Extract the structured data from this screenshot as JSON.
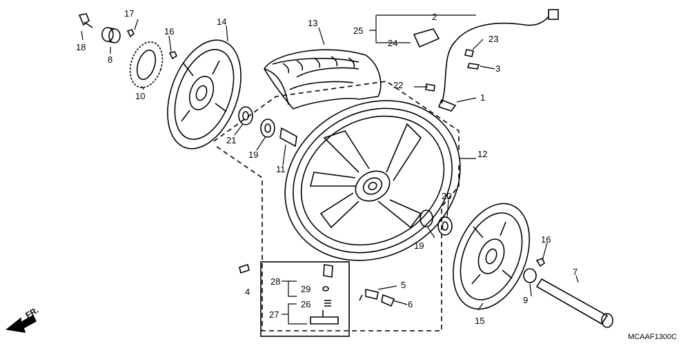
{
  "diagram": {
    "code": "MCAAF1300C",
    "direction_label": "FR.",
    "callouts": {
      "c1": "1",
      "c2": "2",
      "c3": "3",
      "c4": "4",
      "c5": "5",
      "c6": "6",
      "c7": "7",
      "c8": "8",
      "c9": "9",
      "c10": "10",
      "c11": "11",
      "c12": "12",
      "c13": "13",
      "c14": "14",
      "c15": "15",
      "c16a": "16",
      "c16b": "16",
      "c17": "17",
      "c18": "18",
      "c19a": "19",
      "c19b": "19",
      "c20": "20",
      "c21": "21",
      "c22": "22",
      "c23": "23",
      "c24": "24",
      "c25": "25",
      "c26": "26",
      "c27": "27",
      "c28": "28",
      "c29": "29"
    }
  }
}
